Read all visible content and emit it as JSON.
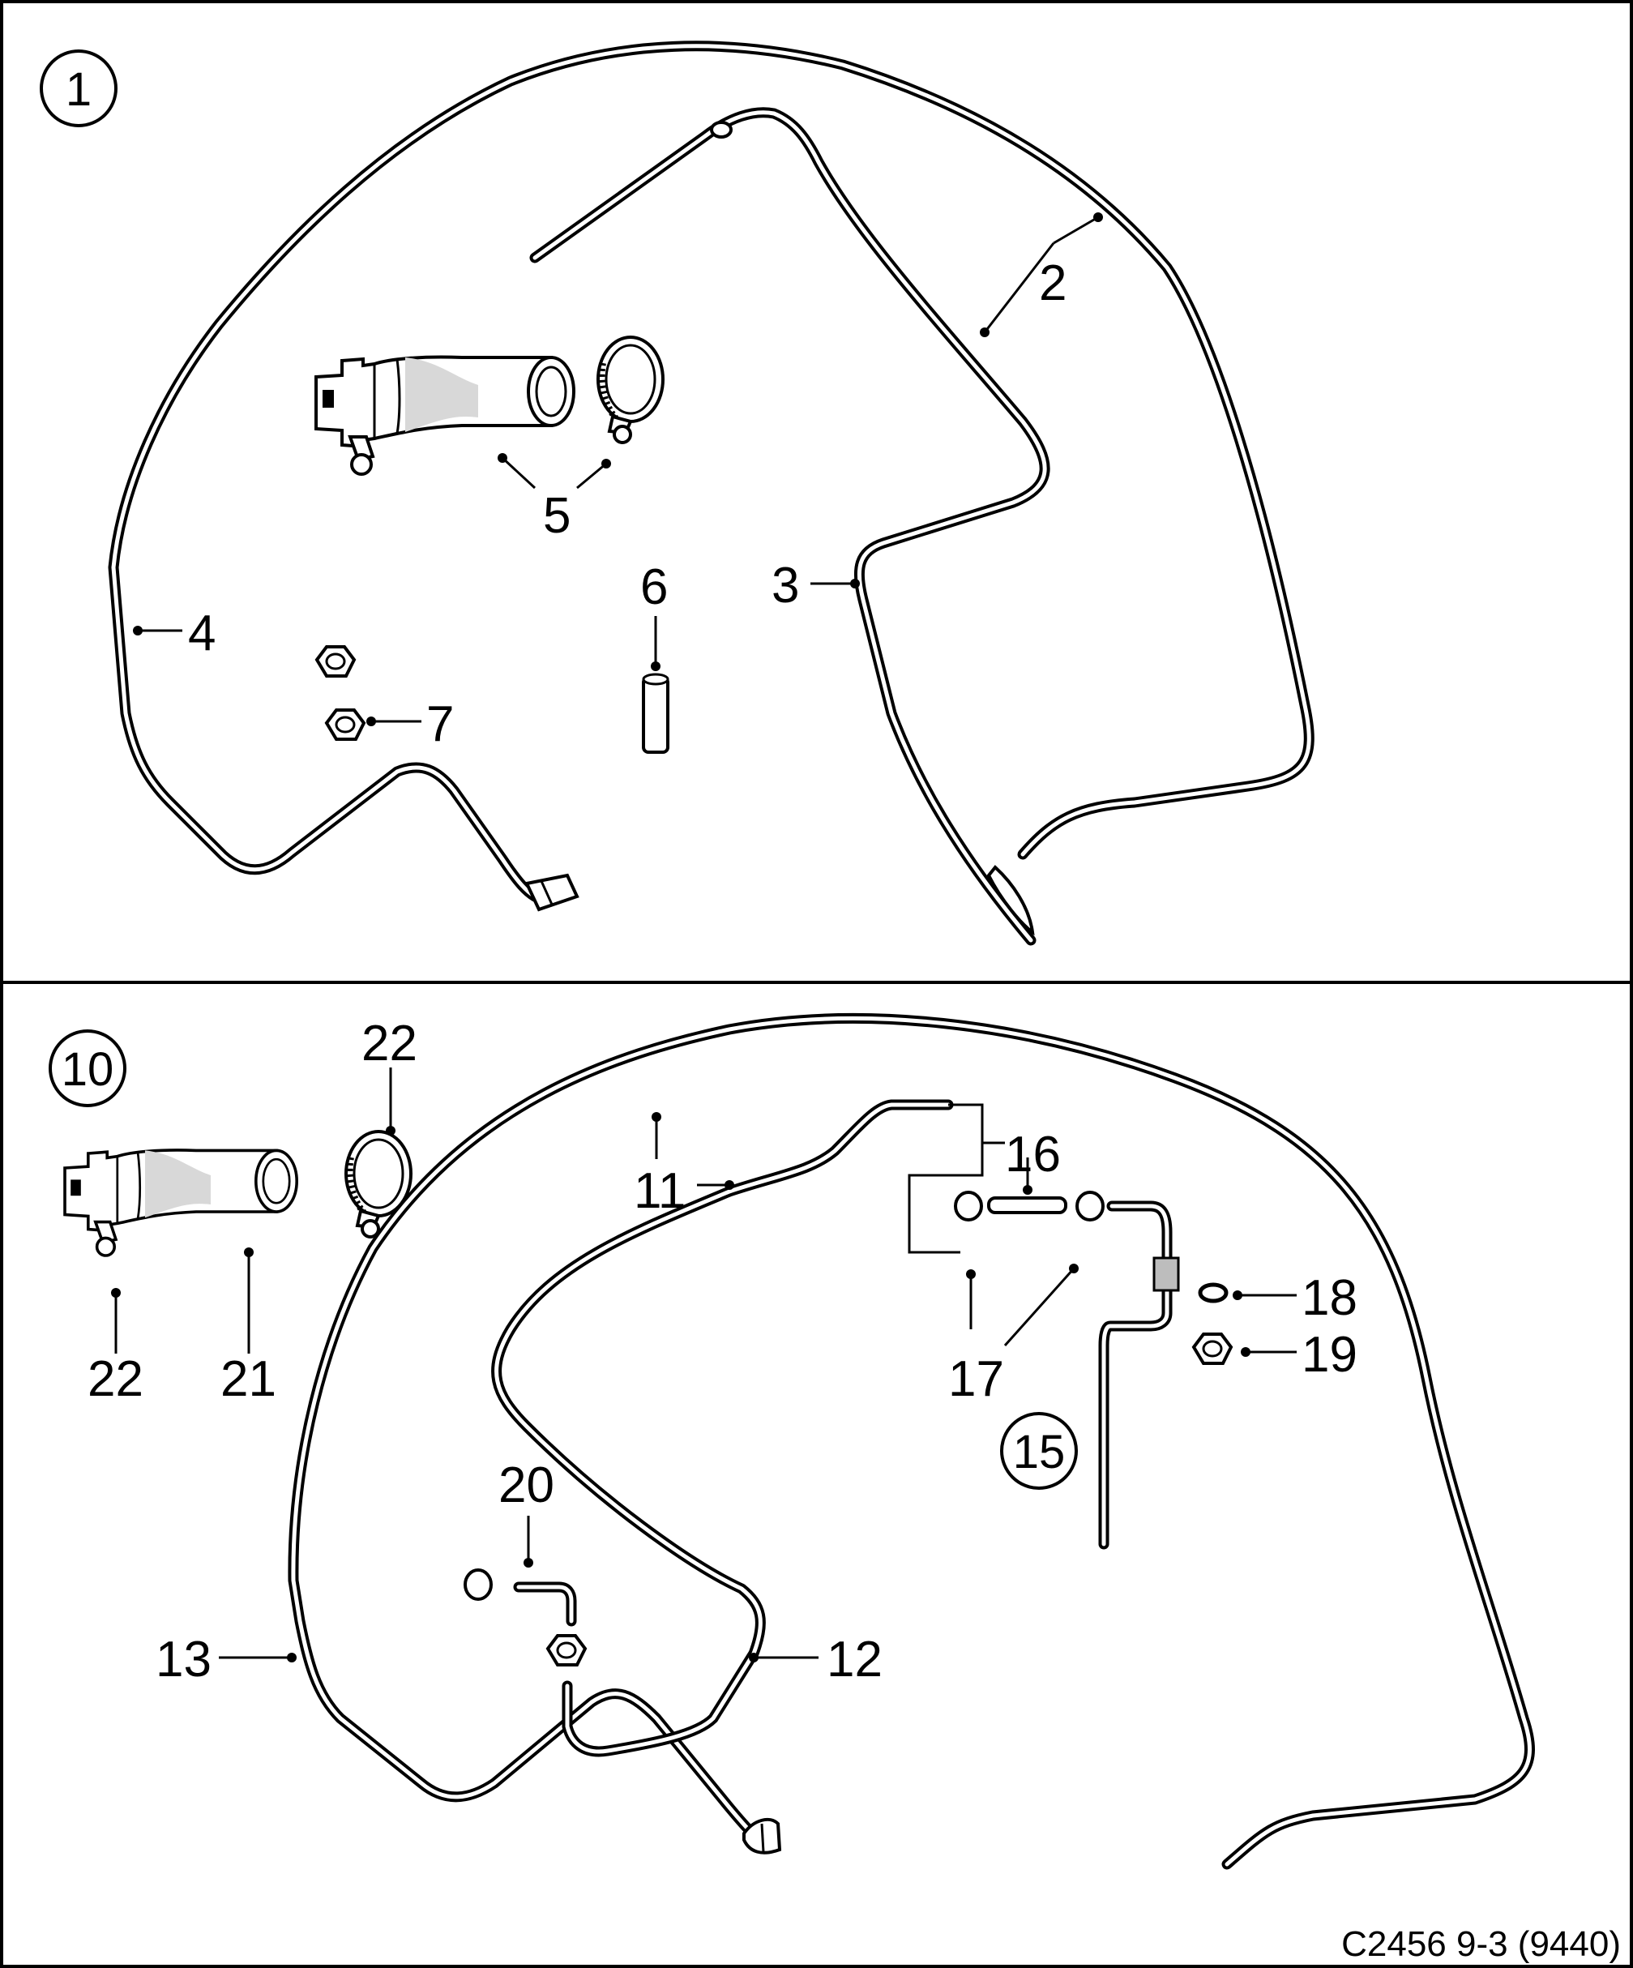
{
  "diagram": {
    "panel_top": {
      "badge": "1",
      "labels": {
        "l2": "2",
        "l3": "3",
        "l4": "4",
        "l5": "5",
        "l6": "6",
        "l7": "7"
      }
    },
    "panel_bottom": {
      "badge": "10",
      "badge_15": "15",
      "labels": {
        "l11": "11",
        "l12": "12",
        "l13": "13",
        "l16": "16",
        "l17": "17",
        "l18": "18",
        "l19": "19",
        "l20": "20",
        "l21": "21",
        "l22_top": "22",
        "l22_bottom": "22"
      }
    },
    "figure_code": "C2456 9-3 (9440)"
  }
}
